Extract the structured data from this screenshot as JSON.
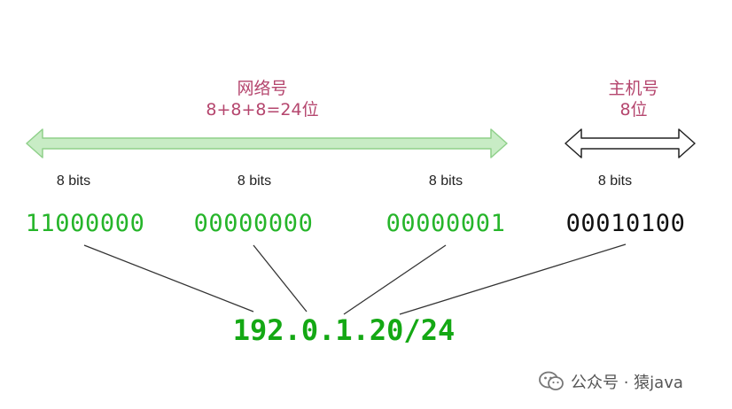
{
  "network": {
    "title": "网络号",
    "subtitle": "8+8+8=24位"
  },
  "host": {
    "title": "主机号",
    "subtitle": "8位"
  },
  "octets": [
    {
      "bits_label": "8 bits",
      "binary": "11000000"
    },
    {
      "bits_label": "8 bits",
      "binary": "00000000"
    },
    {
      "bits_label": "8 bits",
      "binary": "00000001"
    },
    {
      "bits_label": "8 bits",
      "binary": "00010100"
    }
  ],
  "ip_address": "192.0.1.20/24",
  "watermark": {
    "text": "公众号 · 猿java",
    "icon": "wechat-icon"
  },
  "colors": {
    "network_arrow_fill": "#c8ecc5",
    "network_arrow_stroke": "#8fd08a",
    "label_pink": "#b5466e",
    "binary_green": "#26b52a",
    "ip_green": "#14a814",
    "connector_line": "#333333"
  }
}
